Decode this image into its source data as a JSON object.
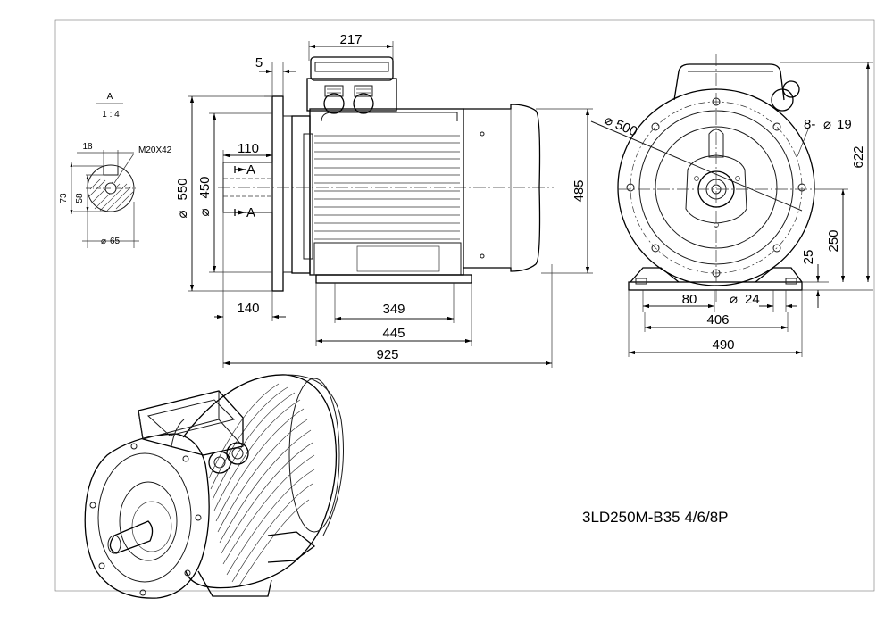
{
  "title": "3LD250M-B35 4/6/8P",
  "section": {
    "label": "A",
    "scale": "1 : 4",
    "thread": "M20X42",
    "d_key_width": "18",
    "d_73": "73",
    "d_58": "58",
    "d_shaft": "65"
  },
  "flange": {
    "d_550": "550",
    "d_450": "450",
    "d_110": "110",
    "d_140": "140",
    "d_5": "5",
    "cut_top": "A",
    "cut_bottom": "A"
  },
  "side": {
    "d_217": "217",
    "d_485": "485",
    "d_349": "349",
    "d_445": "445",
    "d_925": "925"
  },
  "end": {
    "d_500": "500",
    "holes": "8-",
    "hole_d": "19",
    "d_622": "622",
    "d_250": "250",
    "d_25": "25",
    "d_80": "80",
    "d_24": "24",
    "d_406": "406",
    "d_490": "490"
  },
  "diameter_symbol": "⌀"
}
